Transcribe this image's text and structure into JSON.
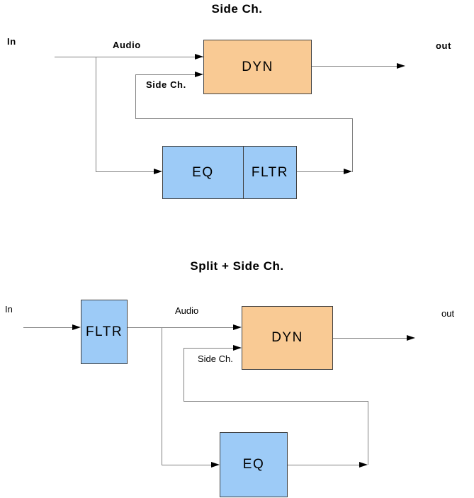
{
  "colors": {
    "processor_fill": "#f9ca94",
    "filter_fill": "#9dcbf7",
    "box_border": "#404040",
    "line": "#808080",
    "arrow": "#000000"
  },
  "diagrams": [
    {
      "id": "side-ch",
      "title": "Side Ch.",
      "labels": {
        "input": "In",
        "audio": "Audio",
        "side_chain": "Side Ch.",
        "output": "out"
      },
      "blocks": {
        "dyn": "DYN",
        "eq": "EQ",
        "fltr": "FLTR"
      }
    },
    {
      "id": "split-side-ch",
      "title": "Split + Side Ch.",
      "labels": {
        "input": "In",
        "audio": "Audio",
        "side_chain": "Side Ch.",
        "output": "out"
      },
      "blocks": {
        "fltr": "FLTR",
        "dyn": "DYN",
        "eq": "EQ"
      }
    }
  ]
}
